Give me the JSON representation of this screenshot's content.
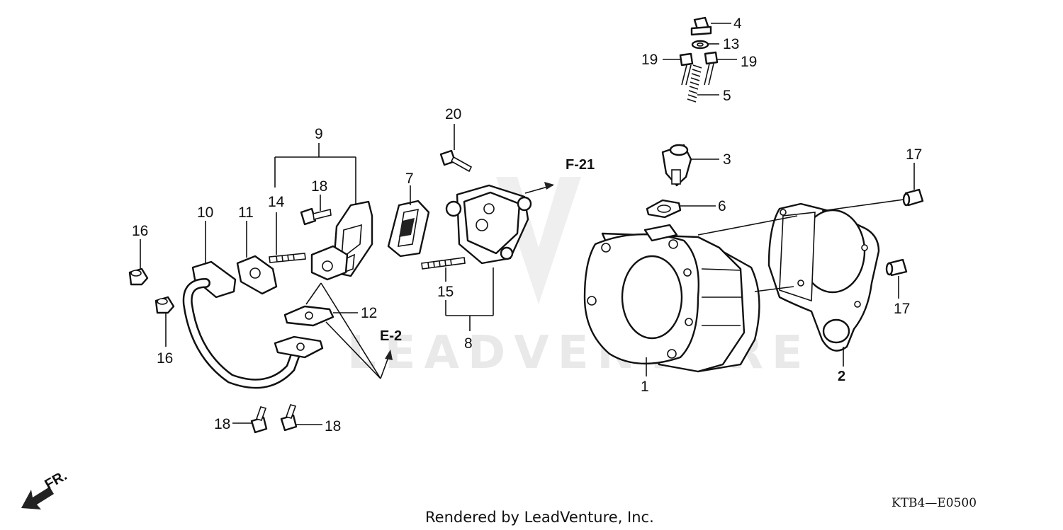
{
  "watermark": {
    "text": "LEADVENTURE"
  },
  "callouts": {
    "c1": "1",
    "c2": "2",
    "c3": "3",
    "c4": "4",
    "c5": "5",
    "c6": "6",
    "c7": "7",
    "c8": "8",
    "c9": "9",
    "c10": "10",
    "c11": "11",
    "c12": "12",
    "c13": "13",
    "c14": "14",
    "c15": "15",
    "c16a": "16",
    "c16b": "16",
    "c17a": "17",
    "c17b": "17",
    "c18a": "18",
    "c18b": "18",
    "c18c": "18",
    "c19a": "19",
    "c19b": "19",
    "c20": "20"
  },
  "references": {
    "f21": "F-21",
    "e2": "E-2"
  },
  "direction": {
    "front_label": "FR."
  },
  "footer": {
    "rendered_by": "Rendered by LeadVenture, Inc.",
    "diagram_code": "KTB4—E0500"
  }
}
